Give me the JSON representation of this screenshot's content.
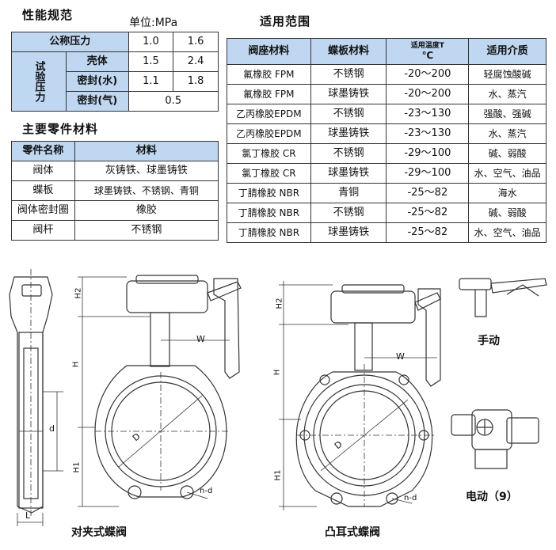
{
  "perf": {
    "title": "性能规范",
    "unit": "单位:MPa",
    "nominal_label": "公称压力",
    "nominal": [
      "1.0",
      "1.6"
    ],
    "test_label": "试验压力",
    "shell_label": "壳体",
    "shell": [
      "1.5",
      "2.4"
    ],
    "seal_water_label": "密封(水)",
    "seal_water": [
      "1.1",
      "1.8"
    ],
    "seal_gas_label": "密封(气)",
    "seal_gas": "0.5"
  },
  "parts": {
    "title": "主要零件材料",
    "headers": [
      "零件名称",
      "材料"
    ],
    "rows": [
      [
        "阀体",
        "灰铸铁、球墨铸铁"
      ],
      [
        "蝶板",
        "球墨铸铁、不锈钢、青铜"
      ],
      [
        "阀体密封圈",
        "橡胶"
      ],
      [
        "阀杆",
        "不锈钢"
      ]
    ]
  },
  "scope": {
    "title": "适用范围",
    "headers": [
      "阀座材料",
      "蝶板材料",
      "适用温度T",
      "℃",
      "适用介质"
    ],
    "rows": [
      [
        "氟橡胶 FPM",
        "不锈钢",
        "-20～200",
        "轻腐蚀酸碱"
      ],
      [
        "氟橡胶 FPM",
        "球墨铸铁",
        "-20～200",
        "水、蒸汽"
      ],
      [
        "乙丙橡胶EPDM",
        "不锈钢",
        "-23～130",
        "强酸、强碱"
      ],
      [
        "乙丙橡胶EPDM",
        "球墨铸铁",
        "-23～130",
        "水、蒸汽"
      ],
      [
        "氯丁橡胶 CR",
        "不锈钢",
        "-29～100",
        "碱、弱酸"
      ],
      [
        "氯丁橡胶 CR",
        "球墨铸铁",
        "-29～100",
        "水、空气、油品"
      ],
      [
        "丁腈橡胶 NBR",
        "青铜",
        "-25～82",
        "海水"
      ],
      [
        "丁腈橡胶 NBR",
        "不锈钢",
        "-25～82",
        "碱、弱酸"
      ],
      [
        "丁腈橡胶 NBR",
        "球墨铸铁",
        "-25～82",
        "水、空气、油品"
      ]
    ]
  },
  "drawing": {
    "dims": {
      "H2": "H2",
      "H": "H",
      "H1": "H1",
      "W": "W",
      "D": "D",
      "d": "d",
      "L": "L",
      "nd": "n-d"
    },
    "captions": {
      "wafer": "对夹式蝶阀",
      "lug": "凸耳式蝶阀",
      "manual": "手动",
      "electric": "电动（9）"
    }
  }
}
